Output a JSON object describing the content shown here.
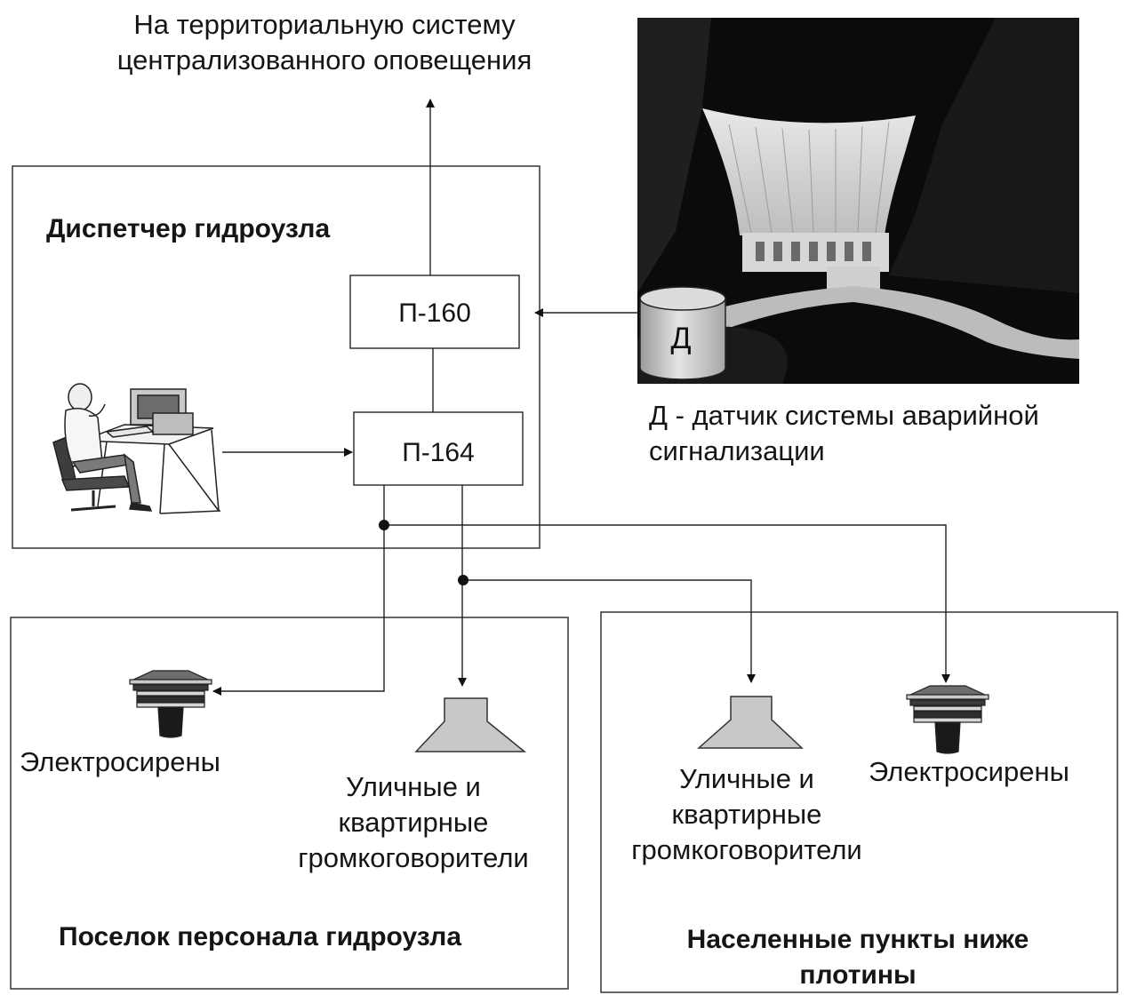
{
  "top_note": {
    "line1": "На территориальную систему",
    "line2": "централизованного оповещения"
  },
  "dispatcher": {
    "title": "Диспетчер гидроузла"
  },
  "blocks": {
    "p160": "П-160",
    "p164": "П-164"
  },
  "sensor": {
    "symbol": "Д",
    "caption_line1": "Д - датчик системы аварийной",
    "caption_line2": "сигнализации"
  },
  "settlement_staff": {
    "title": "Поселок  персонала гидроузла",
    "sirens_label": "Электросирены",
    "speakers_line1": "Уличные и",
    "speakers_line2": "квартирные",
    "speakers_line3": "громкоговорители"
  },
  "settlements_downstream": {
    "title_line1": "Населенные пункты ниже",
    "title_line2": "плотины",
    "sirens_label": "Электросирены",
    "speakers_line1": "Уличные и",
    "speakers_line2": "квартирные",
    "speakers_line3": "громкоговорители"
  }
}
